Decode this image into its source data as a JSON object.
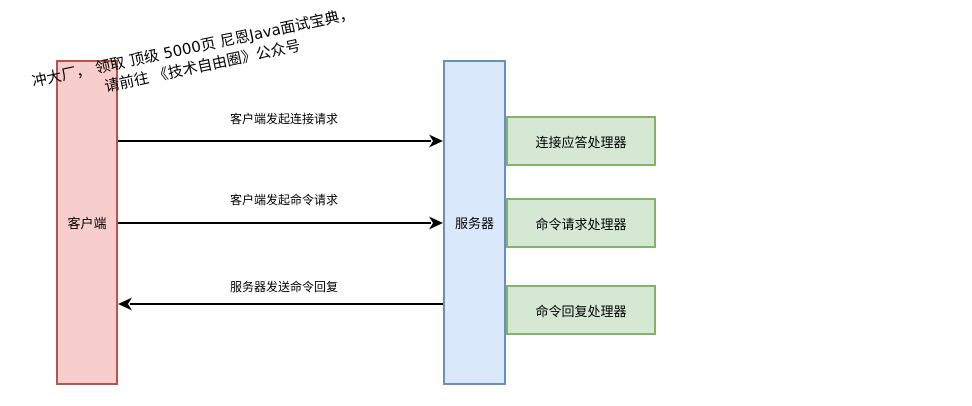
{
  "nodes": {
    "client": "客户端",
    "server": "服务器",
    "handlers": [
      "连接应答处理器",
      "命令请求处理器",
      "命令回复处理器"
    ]
  },
  "edges": [
    {
      "label": "客户端发起连接请求",
      "from": "client",
      "to": "server"
    },
    {
      "label": "客户端发起命令请求",
      "from": "client",
      "to": "server"
    },
    {
      "label": "服务器发送命令回复",
      "from": "server",
      "to": "client"
    }
  ],
  "watermark": {
    "line1": "冲大厂， 领取 顶级  5000页 尼恩Java面试宝典，",
    "line2": "请前往 《技术自由圈》公众号"
  },
  "colors": {
    "client_fill": "#f8cecc",
    "client_stroke": "#b85450",
    "server_fill": "#dae8fc",
    "server_stroke": "#6c8ebf",
    "handler_fill": "#d5e8d4",
    "handler_stroke": "#82b366"
  }
}
